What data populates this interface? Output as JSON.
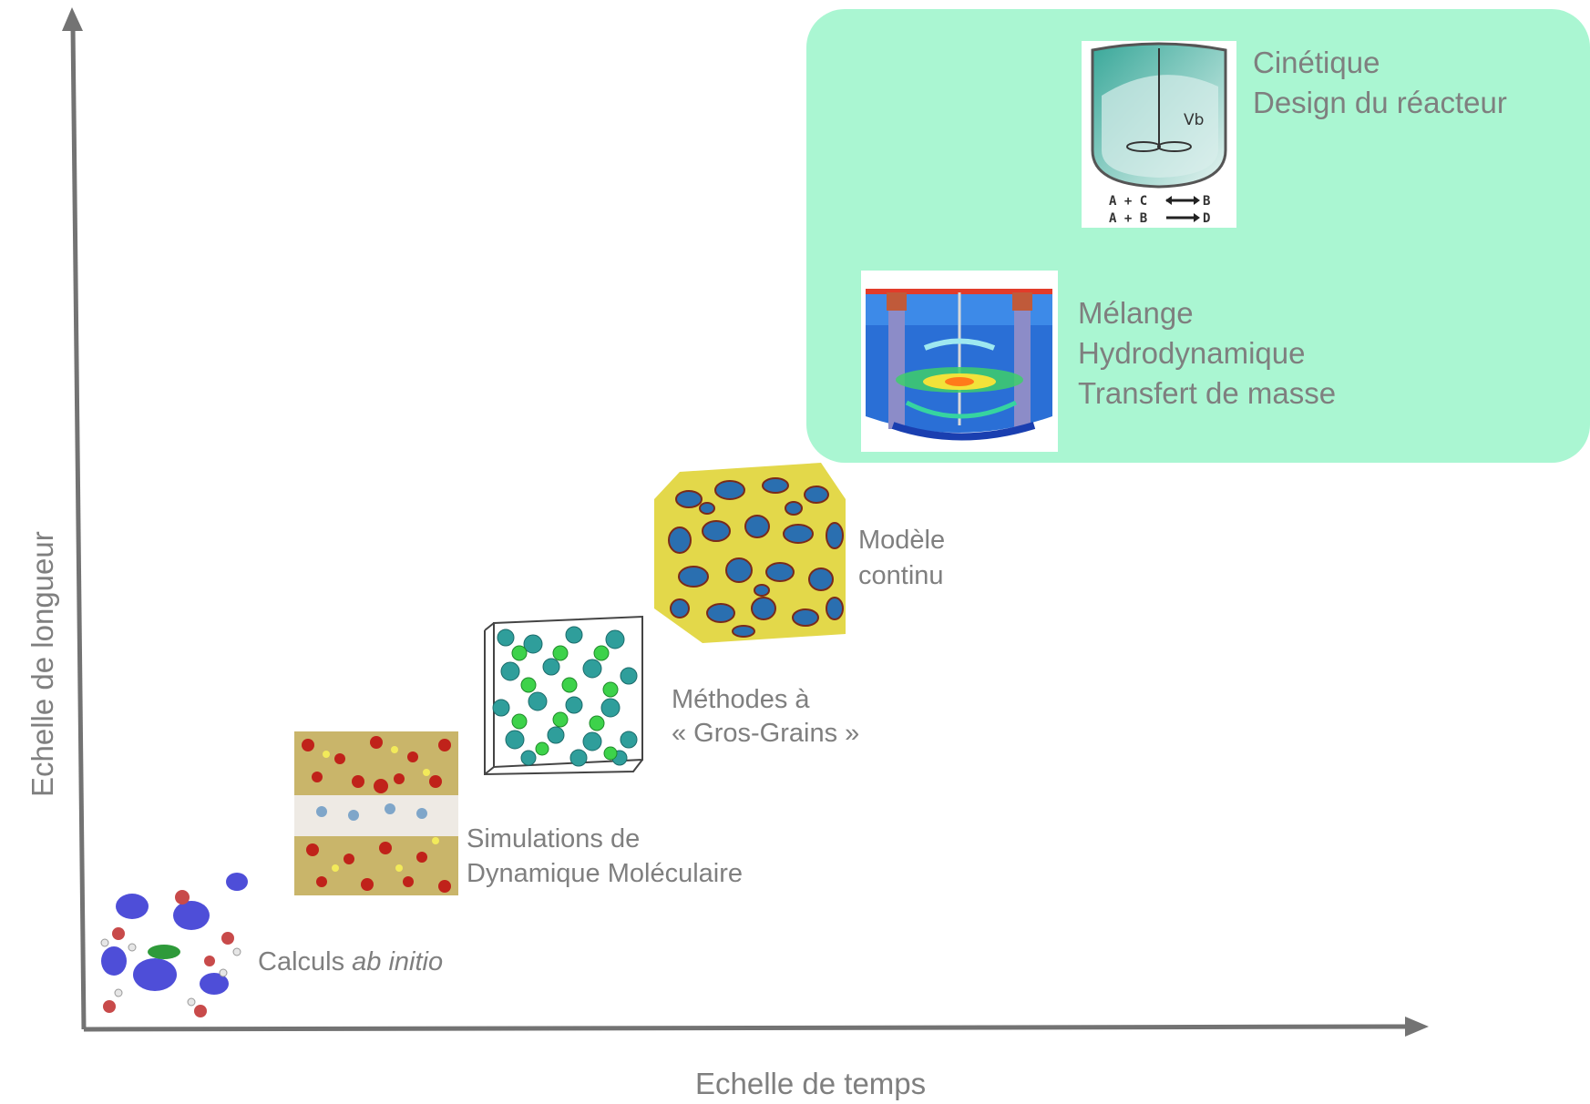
{
  "axes": {
    "x_label": "Echelle de temps",
    "y_label": "Echelle de longueur"
  },
  "scales": [
    {
      "label_pre": "Calculs ",
      "label_em": "ab initio",
      "image": "ab-initio-orbitals-image"
    },
    {
      "line1": "Simulations de",
      "line2": "Dynamique Moléculaire",
      "image": "molecular-dynamics-snapshot-image"
    },
    {
      "line1": "Méthodes à",
      "line2": "« Gros-Grains »",
      "image": "coarse-grained-beads-box-image"
    },
    {
      "line1": "Modèle",
      "line2": "continu",
      "image": "continuum-morphology-cube-image"
    }
  ],
  "reactor_panel": {
    "kinetics": {
      "line1": "Cinétique",
      "line2": "Design du réacteur",
      "image": "reactor-vessel-sketch-image",
      "vessel_label": "Vb",
      "reactions": [
        "A + C",
        "B",
        "A + B",
        "D"
      ]
    },
    "mixing": {
      "line1": "Mélange",
      "line2": "Hydrodynamique",
      "line3": "Transfert de masse",
      "image": "cfd-stirred-tank-image"
    }
  },
  "colors": {
    "panel_green": "#aaf6d2",
    "axis_gray": "#737373",
    "text_gray": "#7f7f7f"
  }
}
